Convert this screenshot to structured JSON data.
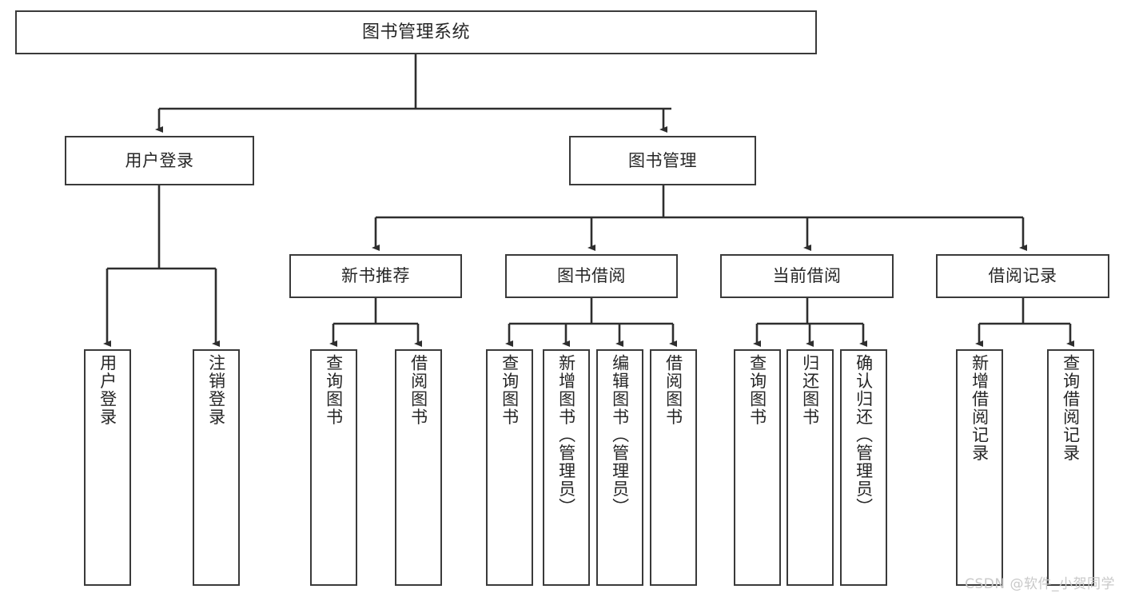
{
  "diagram": {
    "title": "图书管理系统",
    "watermark": "CSDN @软件_小贺同学",
    "line_color": "#3a3a3a",
    "box_fill": "#ffffff",
    "text_color": "#262626",
    "root": {
      "label": "图书管理系统"
    },
    "level2": [
      {
        "label": "用户登录"
      },
      {
        "label": "图书管理"
      }
    ],
    "level3": [
      {
        "label": "新书推荐"
      },
      {
        "label": "图书借阅"
      },
      {
        "label": "当前借阅"
      },
      {
        "label": "借阅记录"
      }
    ],
    "leaves": {
      "user_login": [
        {
          "label": "用户登录"
        },
        {
          "label": "注销登录"
        }
      ],
      "new_book_recommend": [
        {
          "label": "查询图书"
        },
        {
          "label": "借阅图书"
        }
      ],
      "book_borrow": [
        {
          "label": "查询图书"
        },
        {
          "label": "新增图书（管理员）"
        },
        {
          "label": "编辑图书（管理员）"
        },
        {
          "label": "借阅图书"
        }
      ],
      "current_borrow": [
        {
          "label": "查询图书"
        },
        {
          "label": "归还图书"
        },
        {
          "label": "确认归还（管理员）"
        }
      ],
      "borrow_record": [
        {
          "label": "新增借阅记录"
        },
        {
          "label": "查询借阅记录"
        }
      ]
    }
  }
}
